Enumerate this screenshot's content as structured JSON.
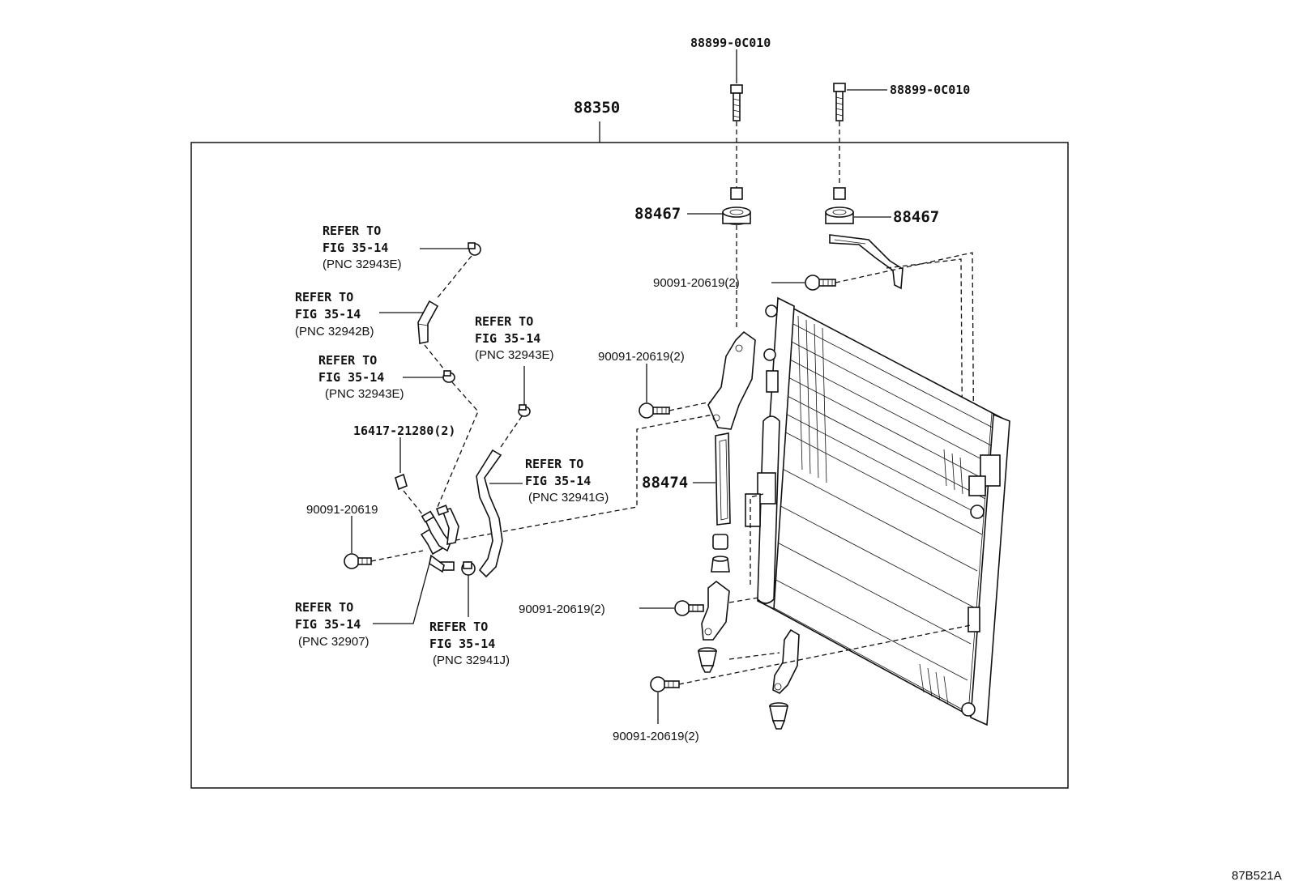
{
  "diagram": {
    "assembly_number": "88350",
    "figure_code": "87B521A",
    "refer_to": "REFER TO",
    "fig_ref": "FIG 35-14",
    "labels": {
      "bolt_top_center": "88899-0C010",
      "bolt_top_right": "88899-0C010",
      "cushion_left": "88467",
      "cushion_right": "88467",
      "bolt_bracket_top": "90091-20619(2)",
      "bolt_bracket_mid": "90091-20619(2)",
      "seal_side": "88474",
      "bolt_bracket_lower": "90091-20619(2)",
      "bolt_bottom": "90091-20619(2)",
      "bolt_pipe": "90091-20619",
      "oring": "16417-21280(2)"
    },
    "pnc": {
      "clamp_top": "(PNC 32943E)",
      "hose_upper": "(PNC 32942B)",
      "clamp_mid": "(PNC 32943E)",
      "clamp_right": "(PNC 32943E)",
      "hose_right": "(PNC 32941G)",
      "pipe_lower": "(PNC 32907)",
      "clamp_lower": "(PNC 32941J)"
    }
  }
}
